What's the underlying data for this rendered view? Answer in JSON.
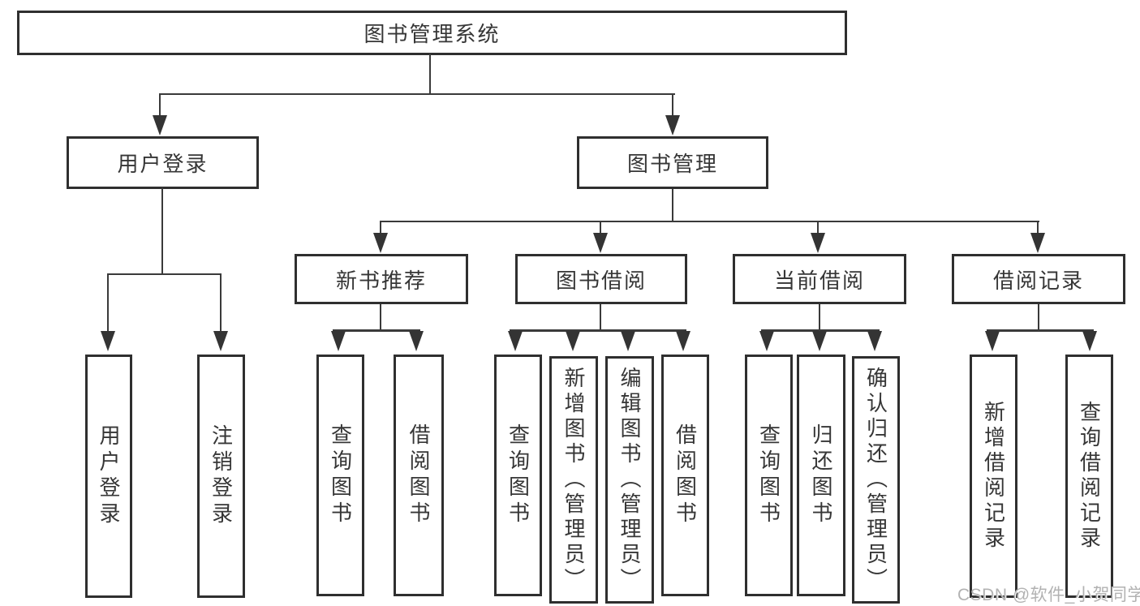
{
  "tree": {
    "root": "图书管理系统",
    "branches": [
      {
        "label": "用户登录",
        "children": [
          "用户登录",
          "注销登录"
        ]
      },
      {
        "label": "图书管理",
        "children": [
          {
            "label": "新书推荐",
            "children": [
              "查询图书",
              "借阅图书"
            ]
          },
          {
            "label": "图书借阅",
            "children": [
              "查询图书",
              "新增图书（管理员）",
              "编辑图书（管理员）",
              "借阅图书"
            ]
          },
          {
            "label": "当前借阅",
            "children": [
              "查询图书",
              "归还图书",
              "确认归还（管理员）"
            ]
          },
          {
            "label": "借阅记录",
            "children": [
              "新增借阅记录",
              "查询借阅记录"
            ]
          }
        ]
      }
    ]
  },
  "watermark": "CSDN @软件_小贺同学",
  "colors": {
    "box_border": "#2f2f2f",
    "line": "#3a3a3a",
    "text": "#363636",
    "watermark": "#b2b2b2",
    "background": "#ffffff"
  }
}
